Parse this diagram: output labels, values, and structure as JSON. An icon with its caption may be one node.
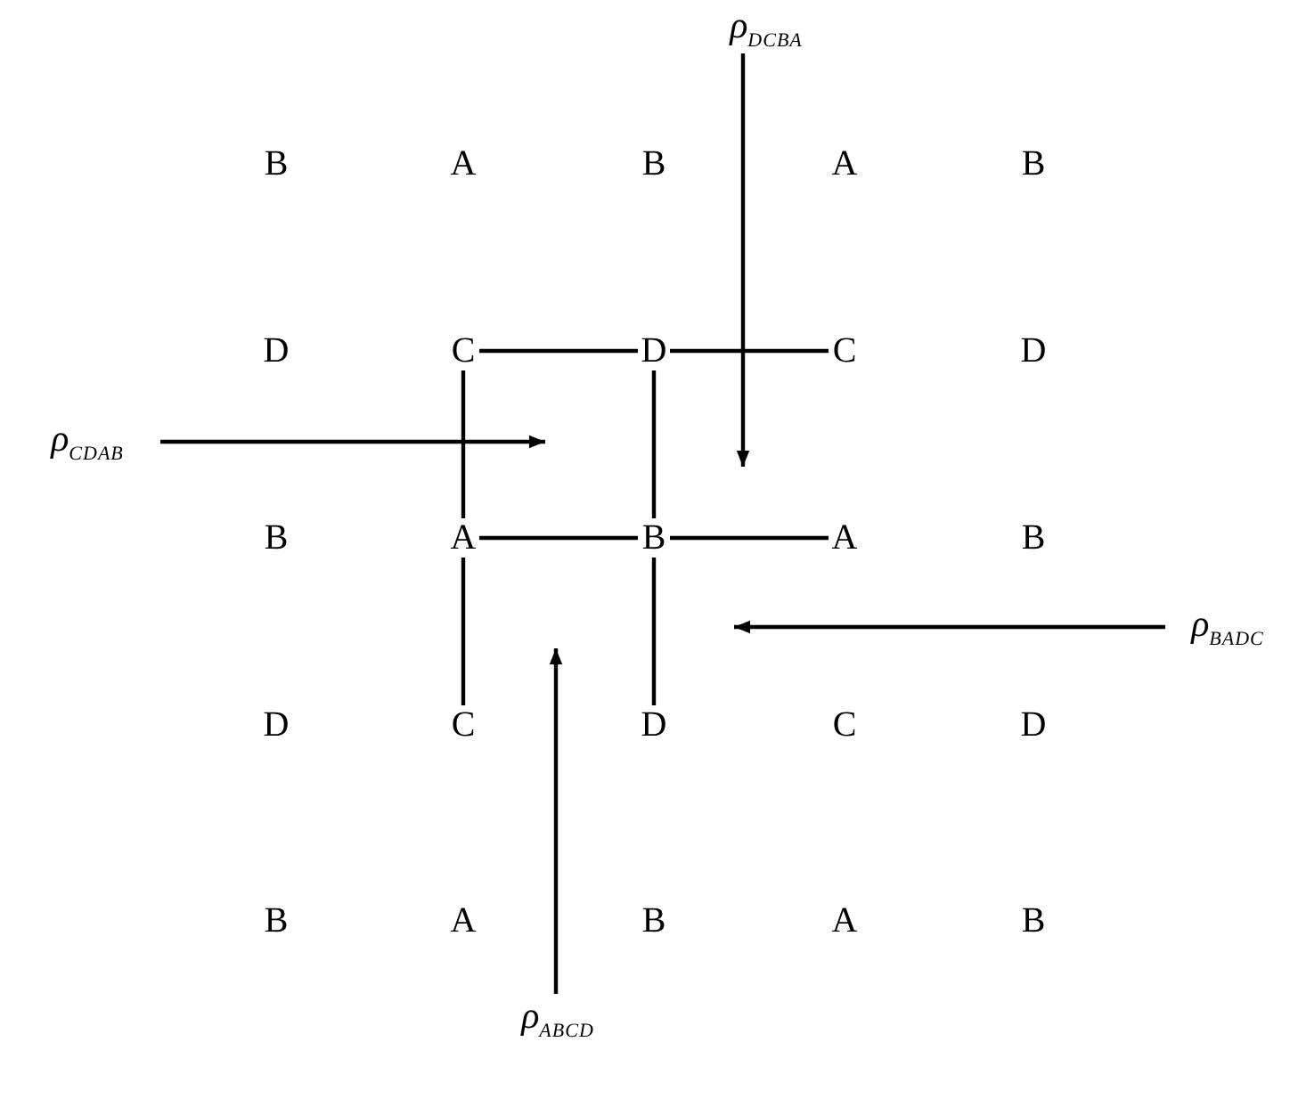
{
  "diagram": {
    "nodes": [
      {
        "text": [
          "ρ$_{DCBA}$"
        ]
      },
      {
        "text": [
          "B"
        ]
      },
      {
        "text": [
          "A"
        ]
      },
      {
        "text": [
          "B"
        ]
      },
      {
        "text": [
          "A"
        ]
      },
      {
        "text": [
          "B"
        ]
      },
      {
        "text": [
          "D"
        ]
      },
      {
        "text": [
          "C"
        ]
      },
      {
        "text": [
          "D"
        ]
      },
      {
        "text": [
          "C"
        ]
      },
      {
        "text": [
          "D"
        ]
      },
      {
        "text": [
          "B"
        ]
      },
      {
        "text": [
          "A"
        ]
      },
      {
        "text": [
          "B"
        ]
      },
      {
        "text": [
          "A"
        ]
      },
      {
        "text": [
          "B"
        ]
      },
      {
        "text": [
          "D"
        ]
      },
      {
        "text": [
          "C"
        ]
      },
      {
        "text": [
          "D"
        ]
      },
      {
        "text": [
          "C"
        ]
      },
      {
        "text": [
          "D"
        ]
      },
      {
        "text": [
          "B"
        ]
      },
      {
        "text": [
          "A"
        ]
      },
      {
        "text": [
          "B"
        ]
      },
      {
        "text": [
          "A"
        ]
      },
      {
        "text": [
          "B"
        ]
      },
      {
        "text": [
          "ρ$_{CDAB}$"
        ]
      },
      {
        "text": [
          "ρ$_{BADC}$"
        ]
      },
      {
        "text": [
          "ρ$_{ABCD}$"
        ]
      }
    ],
    "edges": [
      {
        "from": 7,
        "to": 8,
        "arrow": "none"
      },
      {
        "from": 8,
        "to": 9,
        "arrow": "none"
      },
      {
        "from": 7,
        "to": 12,
        "arrow": "none"
      },
      {
        "from": 8,
        "to": 13,
        "arrow": "none"
      },
      {
        "from": 12,
        "to": 13,
        "arrow": "none"
      },
      {
        "from": 13,
        "to": 14,
        "arrow": "none"
      },
      {
        "from": 12,
        "to": 17,
        "arrow": "none"
      },
      {
        "from": 13,
        "to": 18,
        "arrow": "none"
      },
      {
        "from": 0,
        "to": null,
        "arrow": "to"
      },
      {
        "from": 26,
        "to": null,
        "arrow": "to"
      },
      {
        "from": 27,
        "to": null,
        "arrow": "to"
      },
      {
        "from": 28,
        "to": null,
        "arrow": "to"
      }
    ]
  }
}
